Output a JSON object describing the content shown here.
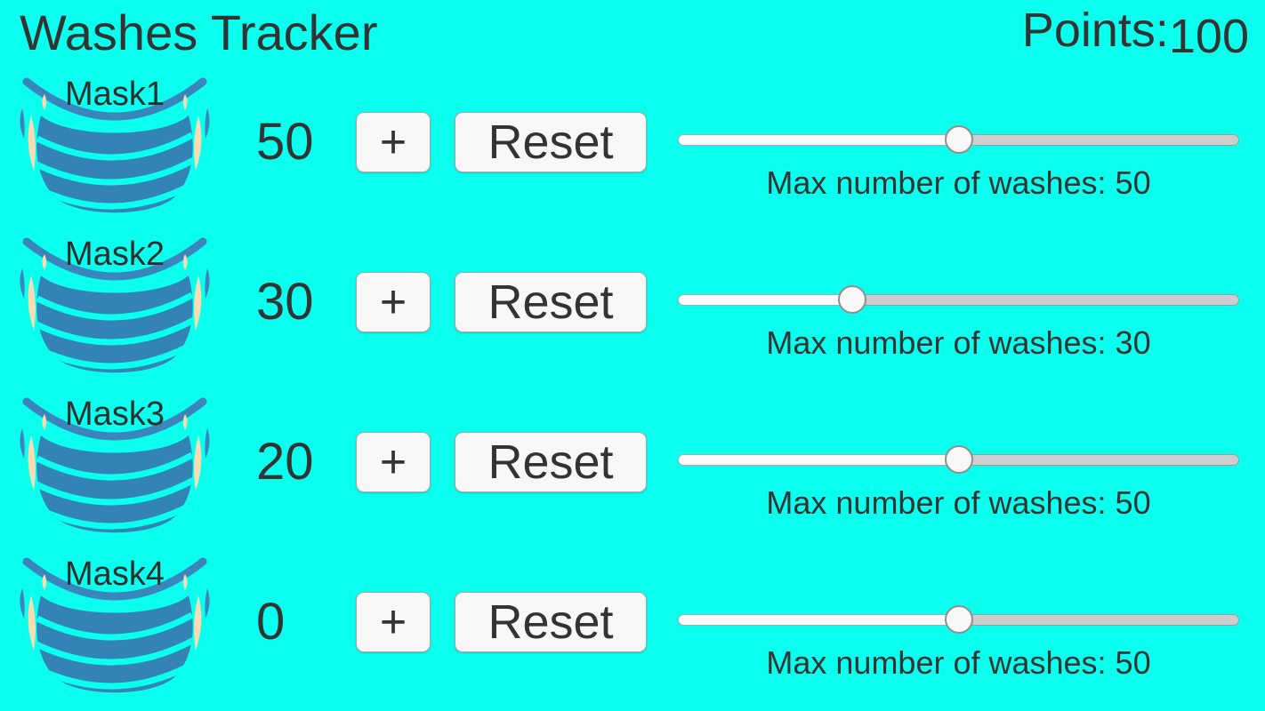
{
  "app": {
    "title": "Washes Tracker",
    "points": {
      "label": "Points:",
      "value": "100"
    }
  },
  "colors": {
    "background": "#0BFFEF",
    "text": "#333333",
    "mask_body": "#3483B6",
    "mask_band": "#3A86BC",
    "mask_skin": "#FADCB3",
    "button_bg": "#F7F7F7",
    "button_border": "#A6A6A6",
    "slider_fill": "#FAFAFA",
    "slider_track": "#CDCDCD"
  },
  "rows": [
    {
      "label": "Mask1",
      "count": "50",
      "plus_label": "+",
      "reset_label": "Reset",
      "max_label": "Max number of washes: 50",
      "max_value": 50,
      "slider_pos": "50%"
    },
    {
      "label": "Mask2",
      "count": "30",
      "plus_label": "+",
      "reset_label": "Reset",
      "max_label": "Max number of washes: 30",
      "max_value": 30,
      "slider_pos": "31%"
    },
    {
      "label": "Mask3",
      "count": "20",
      "plus_label": "+",
      "reset_label": "Reset",
      "max_label": "Max number of washes: 50",
      "max_value": 50,
      "slider_pos": "50%"
    },
    {
      "label": "Mask4",
      "count": "0",
      "plus_label": "+",
      "reset_label": "Reset",
      "max_label": "Max number of washes: 50",
      "max_value": 50,
      "slider_pos": "50%"
    }
  ]
}
